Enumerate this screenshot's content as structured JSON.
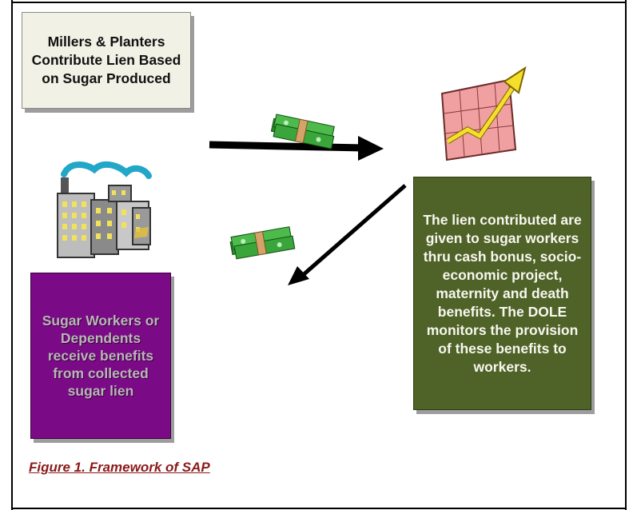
{
  "millers_box": {
    "text": "Millers & Planters Contribute Lien Based on Sugar Produced"
  },
  "lien_box": {
    "text": "The lien contributed are given to sugar workers thru cash bonus, socio-economic project, maternity and death benefits.  The DOLE monitors the provision of these benefits to workers."
  },
  "workers_box": {
    "text": "Sugar Workers or Dependents receive benefits from collected sugar lien"
  },
  "caption": "Figure 1. Framework of SAP",
  "colors": {
    "millers_fill": "#f2f1e6",
    "lien_fill": "#4f6228",
    "workers_fill": "#7a0a85",
    "caption_color": "#8b1a1a"
  },
  "icons": {
    "factory": "factory-icon",
    "money_top": "money-stack-icon",
    "money_bottom": "money-stack-icon",
    "growth_chart": "growth-chart-icon"
  }
}
